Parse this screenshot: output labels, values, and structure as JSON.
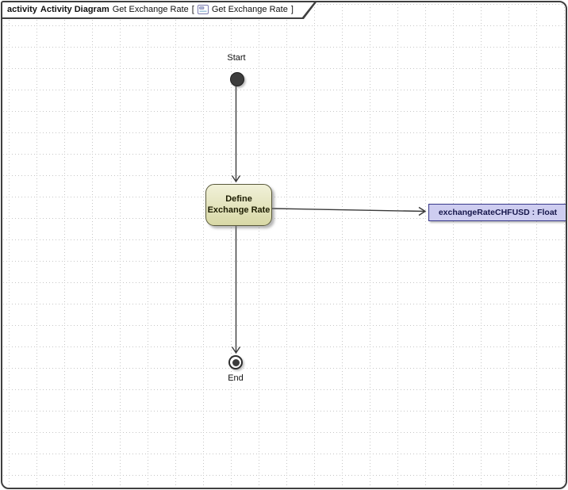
{
  "frame": {
    "keyword": "activity",
    "diagram_type": "Activity Diagram",
    "diagram_name": "Get Exchange Rate",
    "bracket_open": "[",
    "context_name": "Get Exchange Rate",
    "bracket_close": "]",
    "icon": "activity-diagram-icon"
  },
  "nodes": {
    "start": {
      "label": "Start"
    },
    "action": {
      "label": "Define Exchange Rate"
    },
    "object": {
      "label": "exchangeRateCHFUSD : Float"
    },
    "end": {
      "label": "End"
    }
  },
  "colors": {
    "frame_border": "#3f3f3f",
    "grid_dot": "#c6c6c6",
    "edge": "#3a3a3a",
    "action_fill_top": "#f1f1d9",
    "action_fill_bottom": "#d8d8a6",
    "action_border": "#58583a",
    "action_text": "#1c1c00",
    "object_fill": "#cecdf0",
    "object_border": "#38388a",
    "object_text": "#16164a",
    "node_fill": "#3d3d3d"
  }
}
